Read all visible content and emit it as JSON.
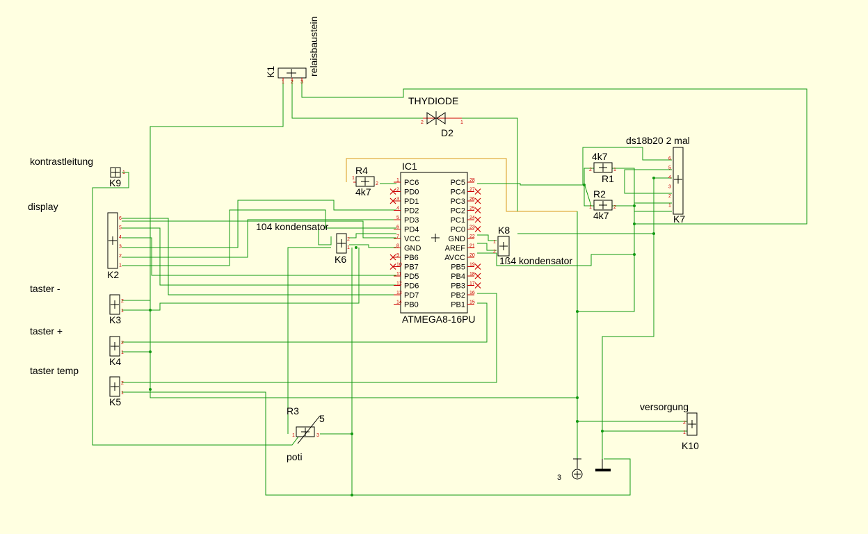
{
  "colors": {
    "background": "#ffffe1",
    "wire": "#119911",
    "wire_alt": "#d89a1a",
    "pin": "#cc0000",
    "outline": "#000000"
  },
  "labels": {
    "k1": "K1",
    "k1_name": "relaisbaustein",
    "d2": "D2",
    "d2_name": "THYDIODE",
    "ic1": "IC1",
    "ic1_name": "ATMEGA8-16PU",
    "r4": "R4",
    "r4_val": "4k7",
    "r1": "R1",
    "r1_val": "4k7",
    "r2": "R2",
    "r2_val": "4k7",
    "r3": "R3",
    "r3_name": "poti",
    "k7": "K7",
    "k7_name": "ds18b20 2 mal",
    "k8": "K8",
    "k8_name": "1ß4 kondensator",
    "k6": "K6",
    "k6_name": "104 kondensator",
    "k9": "K9",
    "k9_name": "kontrastleitung",
    "k2": "K2",
    "k2_name": "display",
    "k3": "K3",
    "k3_name": "taster -",
    "k4": "K4",
    "k4_name": "taster +",
    "k5": "K5",
    "k5_name": "taster temp",
    "k10": "K10",
    "k10_name": "versorgung",
    "gnd_num": "3"
  },
  "ic_left_pins": [
    {
      "name": "PC6",
      "num": "1"
    },
    {
      "name": "PD0",
      "num": "2"
    },
    {
      "name": "PD1",
      "num": "3"
    },
    {
      "name": "PD2",
      "num": "4"
    },
    {
      "name": "PD3",
      "num": "5"
    },
    {
      "name": "PD4",
      "num": "6"
    },
    {
      "name": "VCC",
      "num": "7"
    },
    {
      "name": "GND",
      "num": "8"
    },
    {
      "name": "PB6",
      "num": "9"
    },
    {
      "name": "PB7",
      "num": "10"
    },
    {
      "name": "PD5",
      "num": "11"
    },
    {
      "name": "PD6",
      "num": "12"
    },
    {
      "name": "PD7",
      "num": "13"
    },
    {
      "name": "PB0",
      "num": "14"
    }
  ],
  "ic_right_pins": [
    {
      "name": "PC5",
      "num": "28"
    },
    {
      "name": "PC4",
      "num": "27"
    },
    {
      "name": "PC3",
      "num": "26"
    },
    {
      "name": "PC2",
      "num": "25"
    },
    {
      "name": "PC1",
      "num": "24"
    },
    {
      "name": "PC0",
      "num": "23"
    },
    {
      "name": "GND",
      "num": "22"
    },
    {
      "name": "AREF",
      "num": "21"
    },
    {
      "name": "AVCC",
      "num": "20"
    },
    {
      "name": "PB5",
      "num": "19"
    },
    {
      "name": "PB4",
      "num": "18"
    },
    {
      "name": "PB3",
      "num": "17"
    },
    {
      "name": "PB2",
      "num": "16"
    },
    {
      "name": "PB1",
      "num": "15"
    }
  ],
  "pin_numbers": {
    "k1": [
      "1",
      "2",
      "3"
    ],
    "k2": [
      "6",
      "5",
      "4",
      "3",
      "2",
      "1"
    ],
    "k7": [
      "6",
      "5",
      "4",
      "3",
      "2",
      "1"
    ],
    "two": [
      "2",
      "1"
    ],
    "k9": [
      "1"
    ],
    "r3": [
      "1",
      "3"
    ],
    "r3_wiper": "5"
  }
}
